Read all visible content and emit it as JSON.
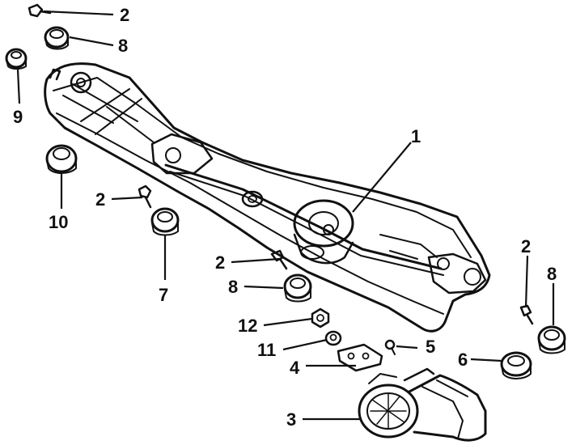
{
  "diagram": {
    "labels": [
      "1",
      "2",
      "2",
      "2",
      "2",
      "3",
      "4",
      "5",
      "6",
      "7",
      "8",
      "8",
      "8",
      "9",
      "10",
      "11",
      "12"
    ]
  },
  "colors": {
    "ink": "#111111",
    "background": "#ffffff"
  }
}
